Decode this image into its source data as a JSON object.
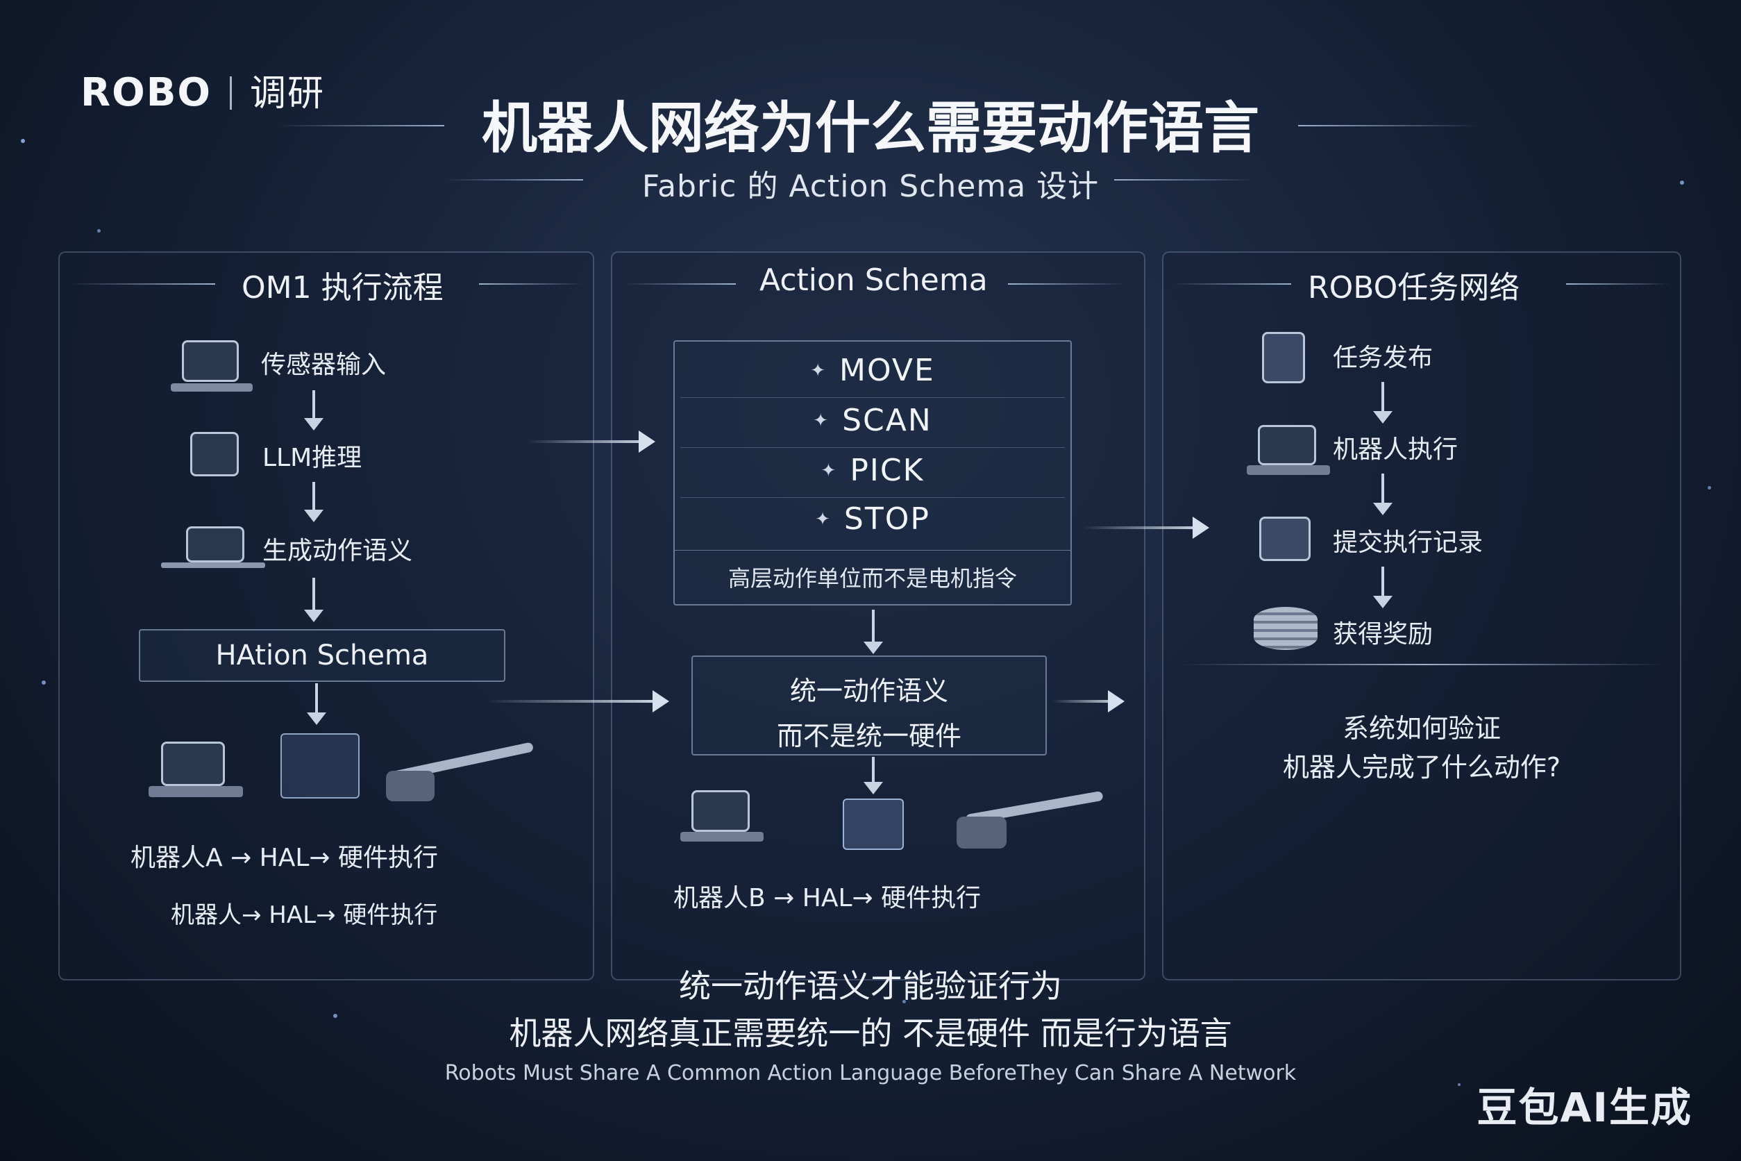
{
  "header": {
    "brand": "ROBO",
    "brand_sub": "调研",
    "title": "机器人网络为什么需要动作语言",
    "subtitle": "Fabric 的 Action Schema 设计"
  },
  "left_panel": {
    "title": "OM1 执行流程",
    "steps": [
      "传感器输入",
      "LLM推理",
      "生成动作语义"
    ],
    "schema_box": "HAtion Schema",
    "lines": [
      "机器人A → HAL→ 硬件执行",
      "机器人→ HAL→ 硬件执行"
    ]
  },
  "middle_panel": {
    "title": "Action Schema",
    "actions": [
      "MOVE",
      "SCAN",
      "PICK",
      "STOP"
    ],
    "actions_caption": "高层动作单位而不是电机指令",
    "unify_lines": [
      "统一动作语义",
      "而不是统一硬件"
    ],
    "robot_line": "机器人B → HAL→ 硬件执行"
  },
  "right_panel": {
    "title": "ROBO任务网络",
    "steps": [
      "任务发布",
      "机器人执行",
      "提交执行记录",
      "获得奖励"
    ],
    "question_lines": [
      "系统如何验证",
      "机器人完成了什么动作?"
    ]
  },
  "footer": {
    "line1": "统一动作语义才能验证行为",
    "line2": "机器人网络真正需要统一的 不是硬件 而是行为语言",
    "line3": "Robots Must Share A Common Action Language BeforeThey Can Share A Network"
  },
  "watermark": "豆包AI生成"
}
